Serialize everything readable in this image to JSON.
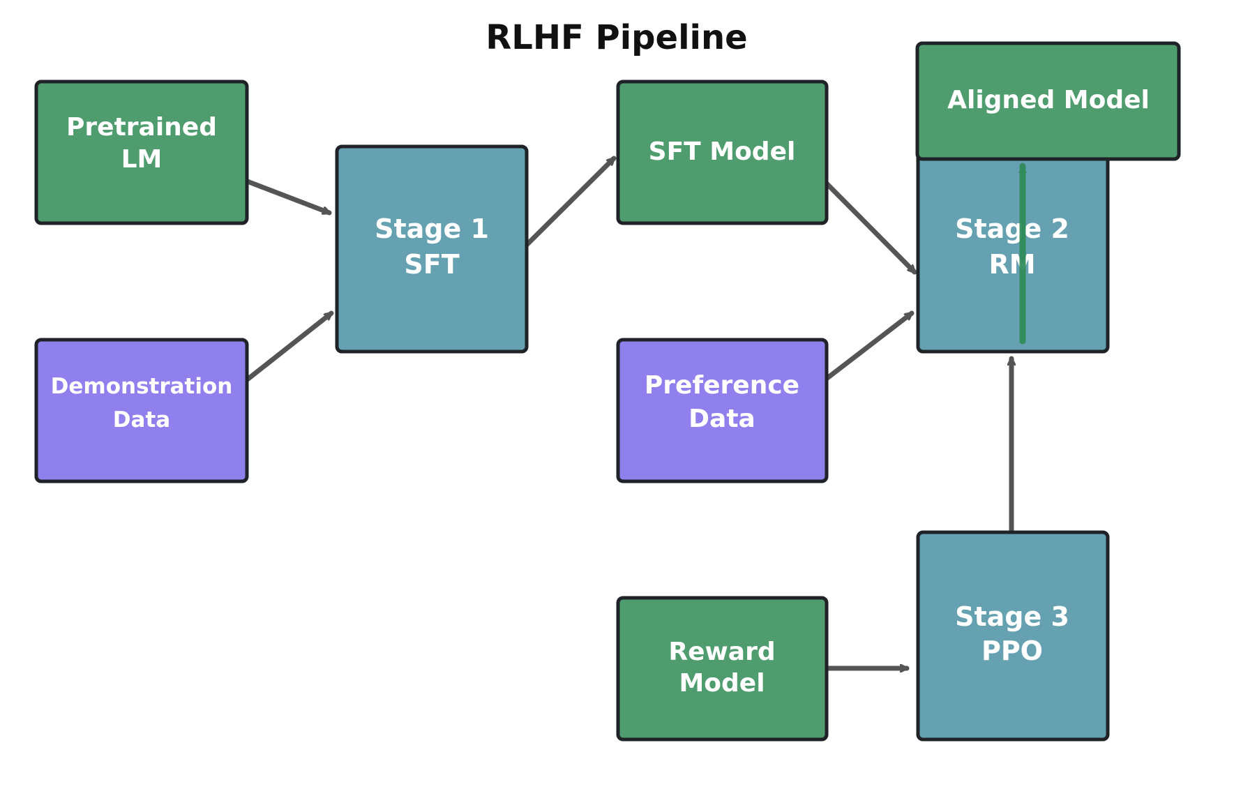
{
  "title": "RLHF Pipeline",
  "colors": {
    "model_node": "#4f9d6f",
    "data_node": "#8f80ee",
    "stage_node": "#66a1b1",
    "node_border": "#1f2327",
    "edge": "#555555",
    "highlight_edge": "#2e8b57"
  },
  "nodes": {
    "pretrained_lm": {
      "lines": [
        "Pretrained",
        "LM"
      ]
    },
    "demonstration_data": {
      "lines": [
        "Demonstration",
        "Data"
      ]
    },
    "stage1_sft": {
      "lines": [
        "Stage 1",
        "SFT"
      ]
    },
    "sft_model": {
      "lines": [
        "SFT Model"
      ]
    },
    "preference_data": {
      "lines": [
        "Preference",
        "Data"
      ]
    },
    "stage2_rm": {
      "lines": [
        "Stage 2",
        "RM"
      ]
    },
    "aligned_model": {
      "lines": [
        "Aligned Model"
      ]
    },
    "reward_model": {
      "lines": [
        "Reward",
        "Model"
      ]
    },
    "stage3_ppo": {
      "lines": [
        "Stage 3",
        "PPO"
      ]
    }
  }
}
